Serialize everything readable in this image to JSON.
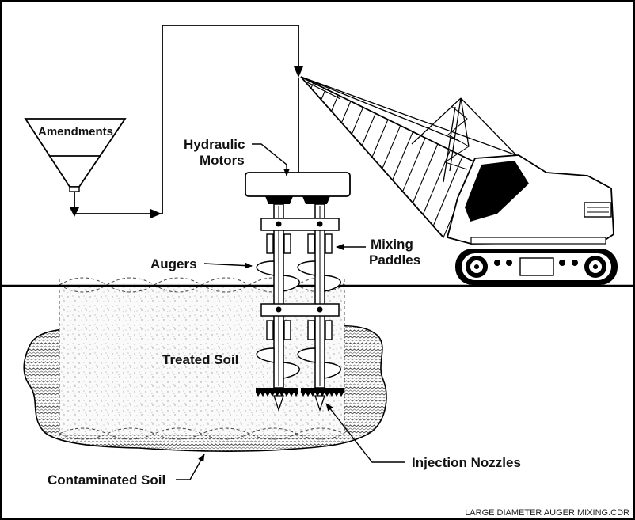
{
  "labels": {
    "amendments": "Amendments",
    "hydraulic_motors_line1": "Hydraulic",
    "hydraulic_motors_line2": "Motors",
    "mixing_paddles_line1": "Mixing",
    "mixing_paddles_line2": "Paddles",
    "augers": "Augers",
    "treated_soil": "Treated Soil",
    "injection_nozzles": "Injection Nozzles",
    "contaminated_soil": "Contaminated Soil"
  },
  "footer": {
    "filename": "LARGE DIAMETER AUGER MIXING.CDR"
  }
}
